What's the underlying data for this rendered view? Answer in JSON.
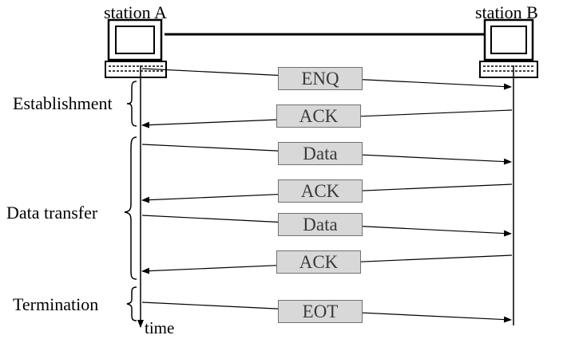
{
  "stations": {
    "a_label": "station A",
    "b_label": "station B"
  },
  "phases": {
    "establishment": "Establishment",
    "data_transfer": "Data transfer",
    "termination": "Termination"
  },
  "time_label": "time",
  "messages": [
    {
      "label": "ENQ",
      "direction": "A-to-B"
    },
    {
      "label": "ACK",
      "direction": "B-to-A"
    },
    {
      "label": "Data",
      "direction": "A-to-B"
    },
    {
      "label": "ACK",
      "direction": "B-to-A"
    },
    {
      "label": "Data",
      "direction": "A-to-B"
    },
    {
      "label": "ACK",
      "direction": "B-to-A"
    },
    {
      "label": "EOT",
      "direction": "A-to-B"
    }
  ],
  "colors": {
    "line": "#000000",
    "box_fill": "#d8d8d8",
    "box_border": "#707070",
    "box_text": "#3a3a3a"
  }
}
